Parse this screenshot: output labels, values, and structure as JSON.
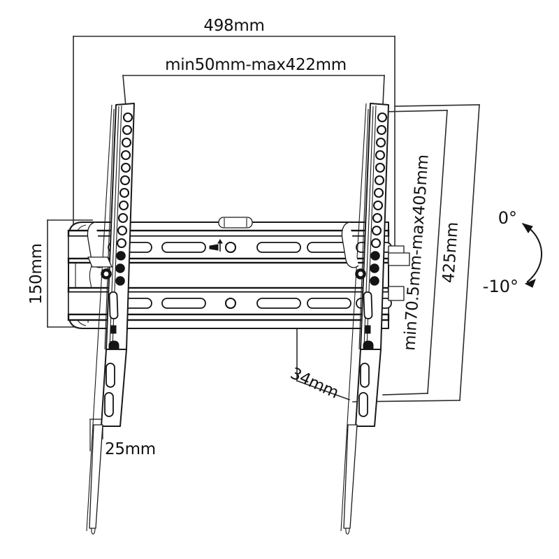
{
  "document": {
    "type": "technical-drawing",
    "subject": "Tilting TV wall mount bracket — front elevation with dimensions",
    "background_color": "#ffffff",
    "line_color": "#1a1a1a",
    "text_color": "#111111"
  },
  "dimensions": {
    "overall_width": {
      "label": "498mm",
      "orientation": "horizontal",
      "position": "top"
    },
    "vesa_width_range": {
      "label": "min50mm-max422mm",
      "orientation": "horizontal",
      "position": "top-inner"
    },
    "plate_height": {
      "label": "150mm",
      "orientation": "vertical-rotated",
      "position": "left"
    },
    "vesa_height_range": {
      "label": "min70.5mm-max405mm",
      "orientation": "vertical-rotated",
      "position": "right-inner"
    },
    "overall_height": {
      "label": "425mm",
      "orientation": "vertical-rotated",
      "position": "right-outer"
    },
    "depth": {
      "label": "34mm",
      "orientation": "diagonal-leader",
      "position": "center-bottom"
    },
    "profile_thickness": {
      "label": "25mm",
      "orientation": "horizontal",
      "position": "bottom-left"
    }
  },
  "tilt_indicator": {
    "name": "tilt-angle-arc",
    "top_label": "0°",
    "bottom_label": "-10°",
    "arc_direction": "double-ended-curved-arrow"
  },
  "parts": {
    "left_arm": {
      "name": "left-vertical-mounting-arm",
      "hole_count": 17,
      "has_tail": true
    },
    "right_arm": {
      "name": "right-vertical-mounting-arm",
      "hole_count": 17,
      "has_tail": true
    },
    "wall_plate": {
      "name": "horizontal-wall-plate",
      "rail_count": 2,
      "bubble_level": true
    }
  }
}
